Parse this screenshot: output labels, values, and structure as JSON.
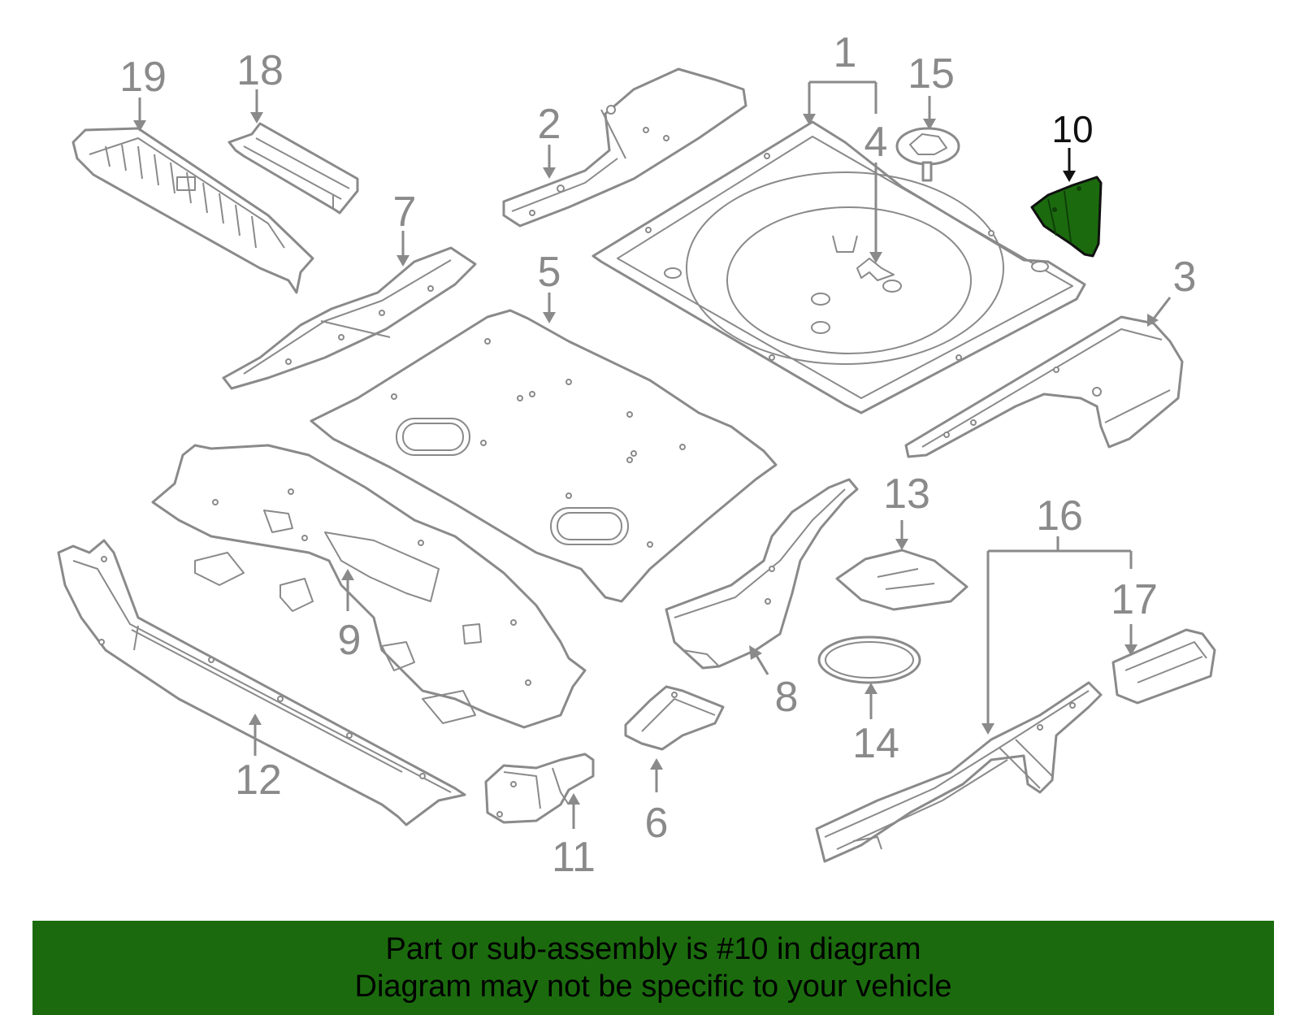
{
  "callouts": {
    "c1": "1",
    "c2": "2",
    "c3": "3",
    "c4": "4",
    "c5": "5",
    "c6": "6",
    "c7": "7",
    "c8": "8",
    "c9": "9",
    "c10": "10",
    "c11": "11",
    "c12": "12",
    "c13": "13",
    "c14": "14",
    "c15": "15",
    "c16": "16",
    "c17": "17",
    "c18": "18",
    "c19": "19"
  },
  "highlighted_part": "10",
  "banner": {
    "line1": "Part or sub-assembly is #10 in diagram",
    "line2": "Diagram may not be specific to your vehicle"
  },
  "colors": {
    "highlight": "#1b6b0e",
    "banner": "#1b6b0e",
    "line_art": "#8a8a8a",
    "text": "#000000"
  }
}
